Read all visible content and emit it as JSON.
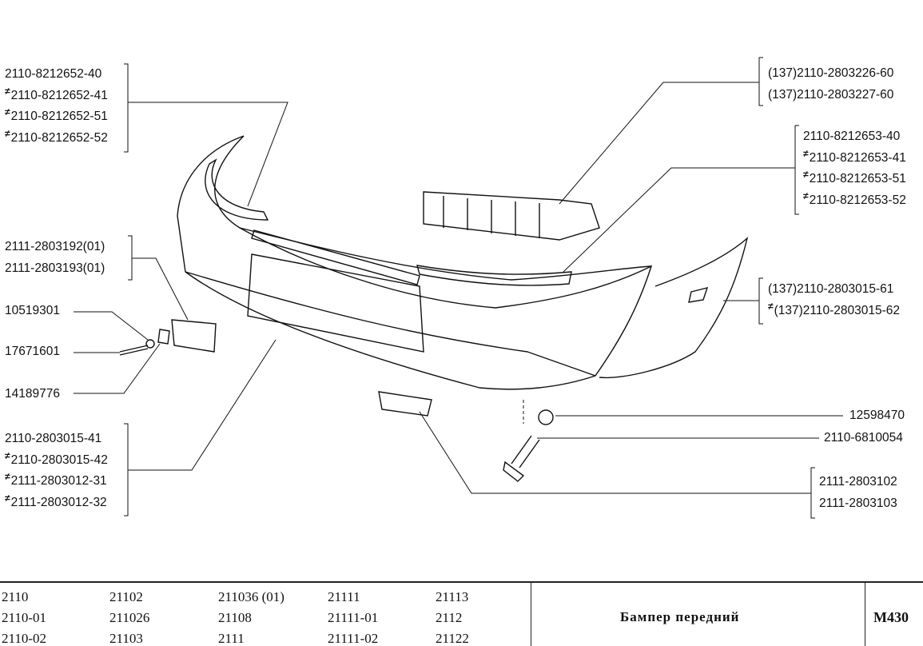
{
  "callouts": {
    "g1": [
      "2110-8212652-40",
      "2110-8212652-41",
      "2110-8212652-51",
      "2110-8212652-52"
    ],
    "g2": [
      "2111-2803192(01)",
      "2111-2803193(01)"
    ],
    "g3": [
      "10519301"
    ],
    "g4": [
      "17671601"
    ],
    "g5": [
      "14189776"
    ],
    "g6": [
      "2110-2803015-41",
      "2110-2803015-42",
      "2111-2803012-31",
      "2111-2803012-32"
    ],
    "g7": [
      "(137)2110-2803226-60",
      "(137)2110-2803227-60"
    ],
    "g8": [
      "2110-8212653-40",
      "2110-8212653-41",
      "2110-8212653-51",
      "2110-8212653-52"
    ],
    "g9": [
      "(137)2110-2803015-61",
      "(137)2110-2803015-62"
    ],
    "g10": [
      "12598470"
    ],
    "g11": [
      "2110-6810054"
    ],
    "g12": [
      "2111-2803102",
      "2111-2803103"
    ]
  },
  "variant_mark": "≠",
  "footer": {
    "models": [
      [
        "2110",
        "2110-01",
        "2110-02"
      ],
      [
        "21102",
        "211026",
        "21103"
      ],
      [
        "211036 (01)",
        "21108",
        "2111"
      ],
      [
        "21111",
        "21111-01",
        "21111-02"
      ],
      [
        "21113",
        "2112",
        "21122"
      ]
    ],
    "title": "Бампер передний",
    "code": "М430"
  }
}
